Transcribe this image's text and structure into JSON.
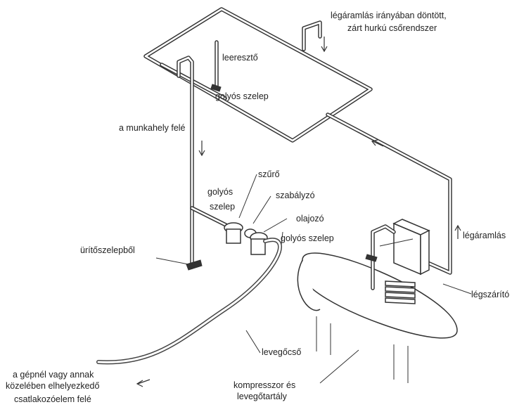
{
  "labels": {
    "system": [
      "légáramlás irányában döntött,",
      "zárt hurkú csőrendszer"
    ],
    "drain": "leeresztő",
    "ball_valve_top": "golyós szelep",
    "to_workplace": "a munkahely felé",
    "filter": "szűrő",
    "ball_valve_mid": [
      "golyós",
      "szelep"
    ],
    "regulator": "szabályzó",
    "lubricator": "olajozó",
    "ball_valve_right": "golyós szelep",
    "airflow": "légáramlás",
    "drain_valve": "ürítőszelepből",
    "dryer": "légszárító",
    "hose": "levegőcső",
    "machine": [
      "a gépnél vagy annak",
      "közelében elhelyezkedő",
      "csatlakozóelem felé"
    ],
    "tank": [
      "kompresszor és",
      "levegőtartály"
    ]
  }
}
